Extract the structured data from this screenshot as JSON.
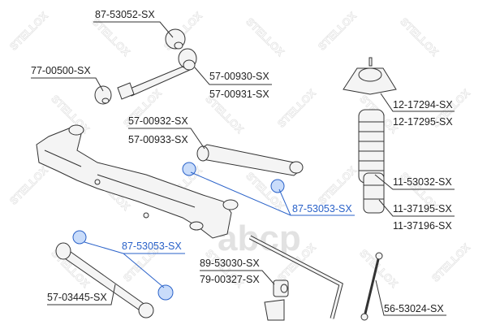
{
  "watermark": {
    "brand": "STELLOX",
    "logo": "abcp"
  },
  "colors": {
    "highlight": "#2a62c9",
    "line": "#333333"
  },
  "labels": {
    "upper_bushing": "87-53052-SX",
    "clevis_bushing": "77-00500-SX",
    "upper_arm_1": "57-00930-SX",
    "upper_arm_2": "57-00931-SX",
    "trailing_arm_1": "57-00932-SX",
    "trailing_arm_2": "57-00933-SX",
    "strut_mount_1": "12-17294-SX",
    "strut_mount_2": "12-17295-SX",
    "dust_boot": "11-53032-SX",
    "arm_bushing_a": "87-53053-SX",
    "bump_stop_1": "11-37195-SX",
    "bump_stop_2": "11-37196-SX",
    "arm_bushing_b": "87-53053-SX",
    "stabilizer_bushing_1": "89-53030-SX",
    "stabilizer_bushing_2": "79-00327-SX",
    "lower_arm": "57-03445-SX",
    "stabilizer_link": "56-53024-SX"
  }
}
